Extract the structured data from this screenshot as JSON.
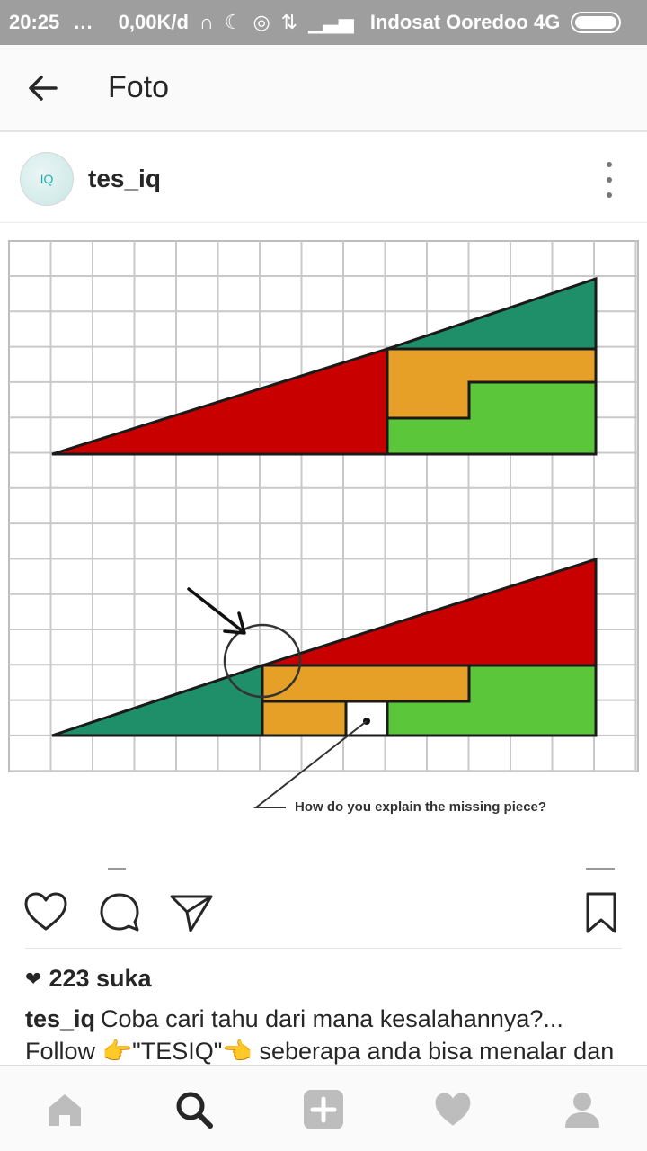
{
  "status_bar": {
    "time": "20:25",
    "dots": "...",
    "speed": "0,00K/d",
    "carrier": "Indosat Ooredoo 4G"
  },
  "header": {
    "title": "Foto"
  },
  "post": {
    "username": "tes_iq",
    "avatar_text": "IQ",
    "image_caption": "How do you explain the missing piece?",
    "likes": "223 suka",
    "caption_user": "tes_iq",
    "caption_text": "Coba cari tahu dari mana kesalahannya?...",
    "caption_line2": "Follow 👉\"TESIQ\"👈 seberapa anda bisa menalar dan"
  },
  "colors": {
    "status_bar": "#9e9e9e",
    "red": "#c00000",
    "dark_green": "#1f8f6a",
    "orange": "#e6a028",
    "light_green": "#5cc63a"
  },
  "icons": {
    "back": "arrow-left-icon",
    "more": "more-vertical-icon",
    "like": "heart-icon",
    "comment": "comment-icon",
    "share": "send-icon",
    "save": "bookmark-icon",
    "nav": [
      "home-icon",
      "search-icon",
      "add-icon",
      "activity-heart-icon",
      "profile-icon"
    ]
  }
}
